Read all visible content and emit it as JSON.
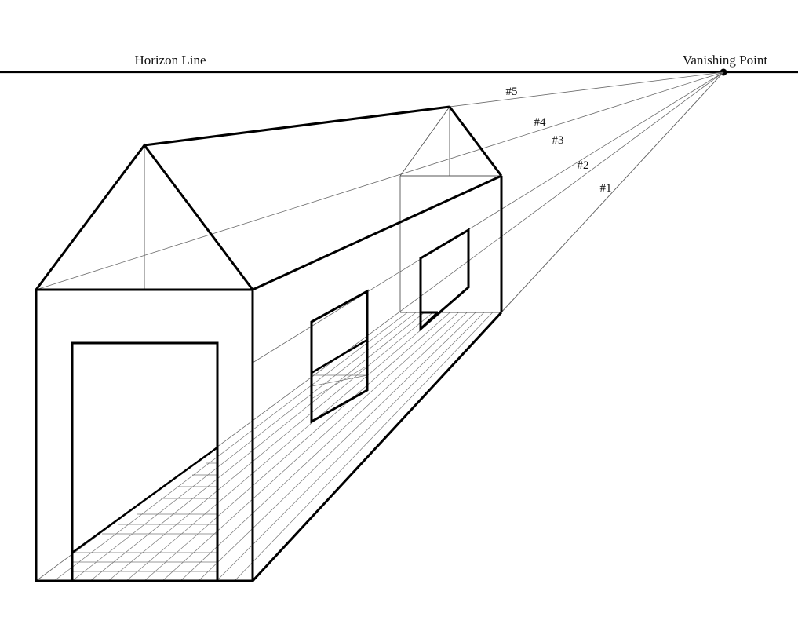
{
  "labels": {
    "horizon": "Horizon Line",
    "vanishing_point": "Vanishing Point",
    "line_1": "#1",
    "line_2": "#2",
    "line_3": "#3",
    "line_4": "#4",
    "line_5": "#5"
  },
  "colors": {
    "ink": "#000000",
    "guide": "#6a6a6a",
    "background": "#ffffff"
  }
}
